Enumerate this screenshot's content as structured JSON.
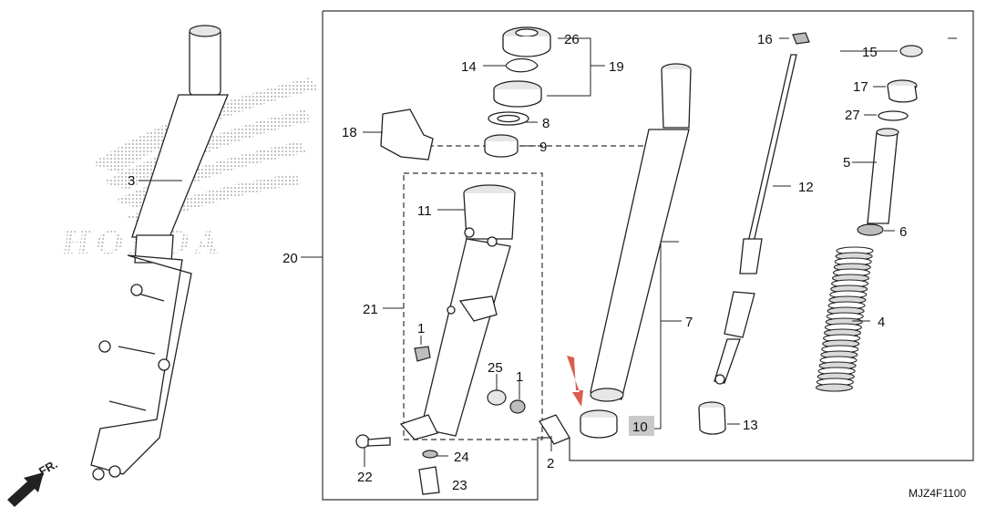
{
  "callouts": {
    "c1a": "1",
    "c1b": "1",
    "c2": "2",
    "c3": "3",
    "c4": "4",
    "c5": "5",
    "c6": "6",
    "c7": "7",
    "c8": "8",
    "c9": "9",
    "c10": "10",
    "c11": "11",
    "c12": "12",
    "c13": "13",
    "c14": "14",
    "c15": "15",
    "c16": "16",
    "c17": "17",
    "c18": "18",
    "c19": "19",
    "c20": "20",
    "c21": "21",
    "c22": "22",
    "c23": "23",
    "c24": "24",
    "c25": "25",
    "c26": "26",
    "c27": "27"
  },
  "direction_label": "FR.",
  "watermark_brand": "HONDA",
  "diagram_code": "MJZ4F1100",
  "colors": {
    "highlight": "#c9c9c9",
    "arrow": "#d84a3a",
    "ink": "#222222"
  }
}
